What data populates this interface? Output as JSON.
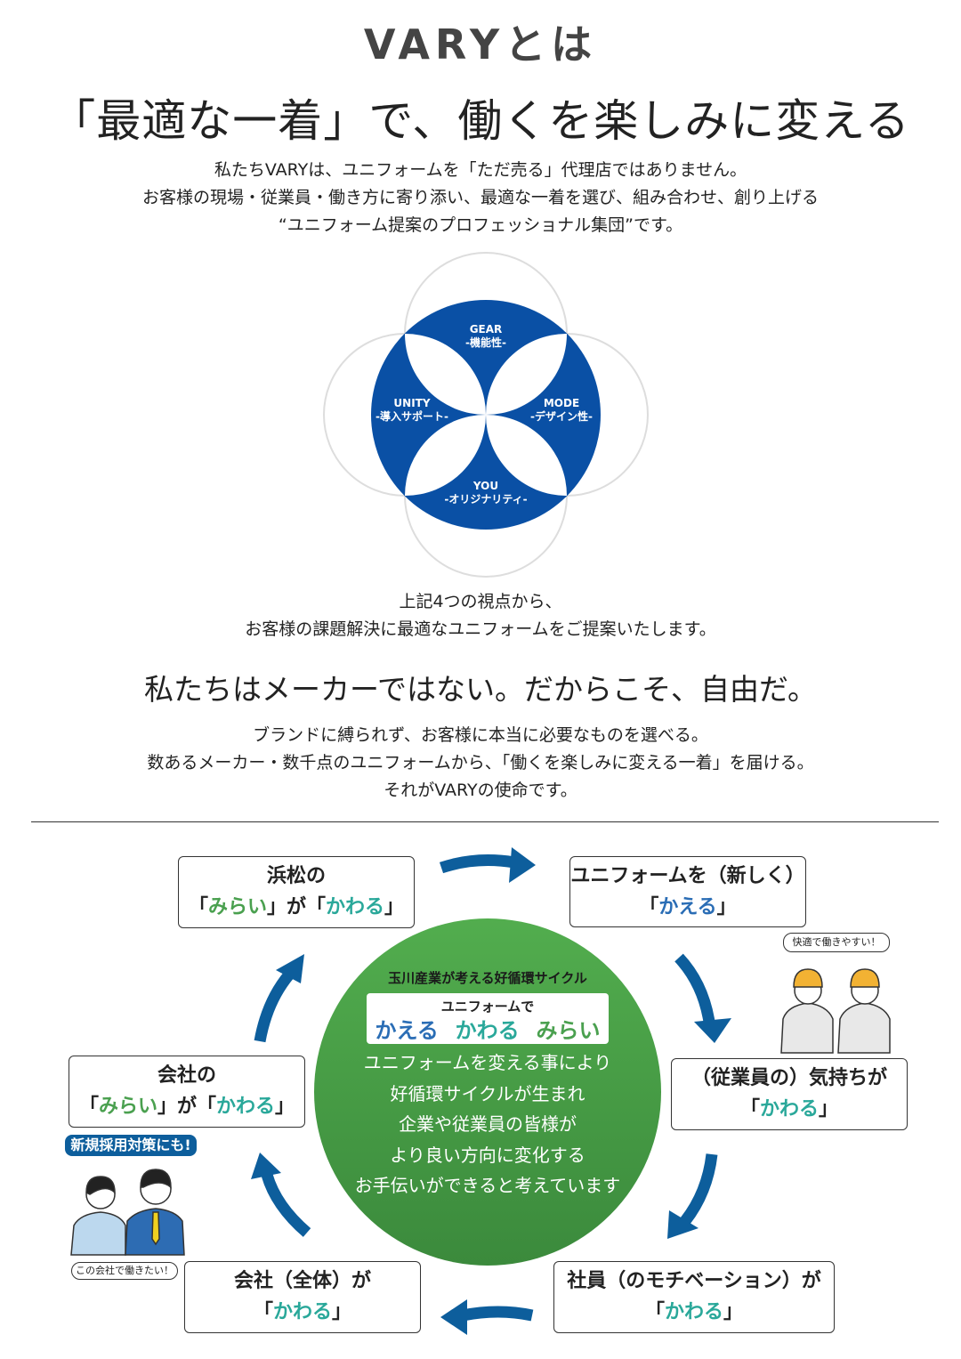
{
  "title": "VARYとは",
  "headline": "「最適な一着」で、働くを楽しみに変える",
  "intro": [
    "私たちVARYは、ユニフォームを「ただ売る」代理店ではありません。",
    "お客様の現場・従業員・働き方に寄り添い、最適な一着を選び、組み合わせ、創り上げる",
    "“ユニフォーム提案のプロフェッショナル集団”です。"
  ],
  "flower": {
    "gear": "GEAR",
    "gear_sub": "-機能性-",
    "mode": "MODE",
    "mode_sub": "-デザイン性-",
    "you": "YOU",
    "you_sub": "-オリジナリティ-",
    "unity": "UNITY",
    "unity_sub": "-導入サポート-",
    "color": "#0a50a5"
  },
  "after": [
    "上記4つの視点から、",
    "お客様の課題解決に最適なユニフォームをご提案いたします。"
  ],
  "maker": "私たちはメーカーではない。だからこそ、自由だ。",
  "mission": [
    "ブランドに縛られず、お客様に本当に必要なものを選べる。",
    "数あるメーカー・数千点のユニフォームから、「働くを楽しみに変える一着」を届ける。",
    "それがVARYの使命です。"
  ],
  "cycle": {
    "center_title": "玉川産業が考える好循環サイクル",
    "center_sub": "ユニフォームで",
    "kaeru": "かえる",
    "kawaru": "かわる",
    "mirai": "みらい",
    "body": [
      "ユニフォームを変える事により",
      "好循環サイクルが生まれ",
      "企業や従業員の皆様が",
      "より良い方向に変化する",
      "お手伝いができると考えています"
    ],
    "box1": {
      "l1": "浜松の",
      "open": "「",
      "mirai": "みらい",
      "mid": "」が「",
      "kawaru": "かわる",
      "close": "」"
    },
    "box2": {
      "l1": "ユニフォームを（新しく）",
      "open": "「",
      "kaeru": "かえる",
      "close": "」"
    },
    "box3": {
      "l1": "（従業員の）気持ちが",
      "open": "「",
      "kawaru": "かわる",
      "close": "」"
    },
    "box4": {
      "l1": "社員（のモチベーション）が",
      "open": "「",
      "kawaru": "かわる",
      "close": "」"
    },
    "box5": {
      "l1": "会社（全体）が",
      "open": "「",
      "kawaru": "かわる",
      "close": "」"
    },
    "box6": {
      "l1": "会社の",
      "open": "「",
      "mirai": "みらい",
      "mid": "」が「",
      "kawaru": "かわる",
      "close": "」"
    },
    "workers_bubble": "快適で働きやすい！",
    "recruit_badge": "新規採用対策にも!",
    "office_bubble": "この会社で働きたい！",
    "arrow_color": "#0d5e9c"
  }
}
